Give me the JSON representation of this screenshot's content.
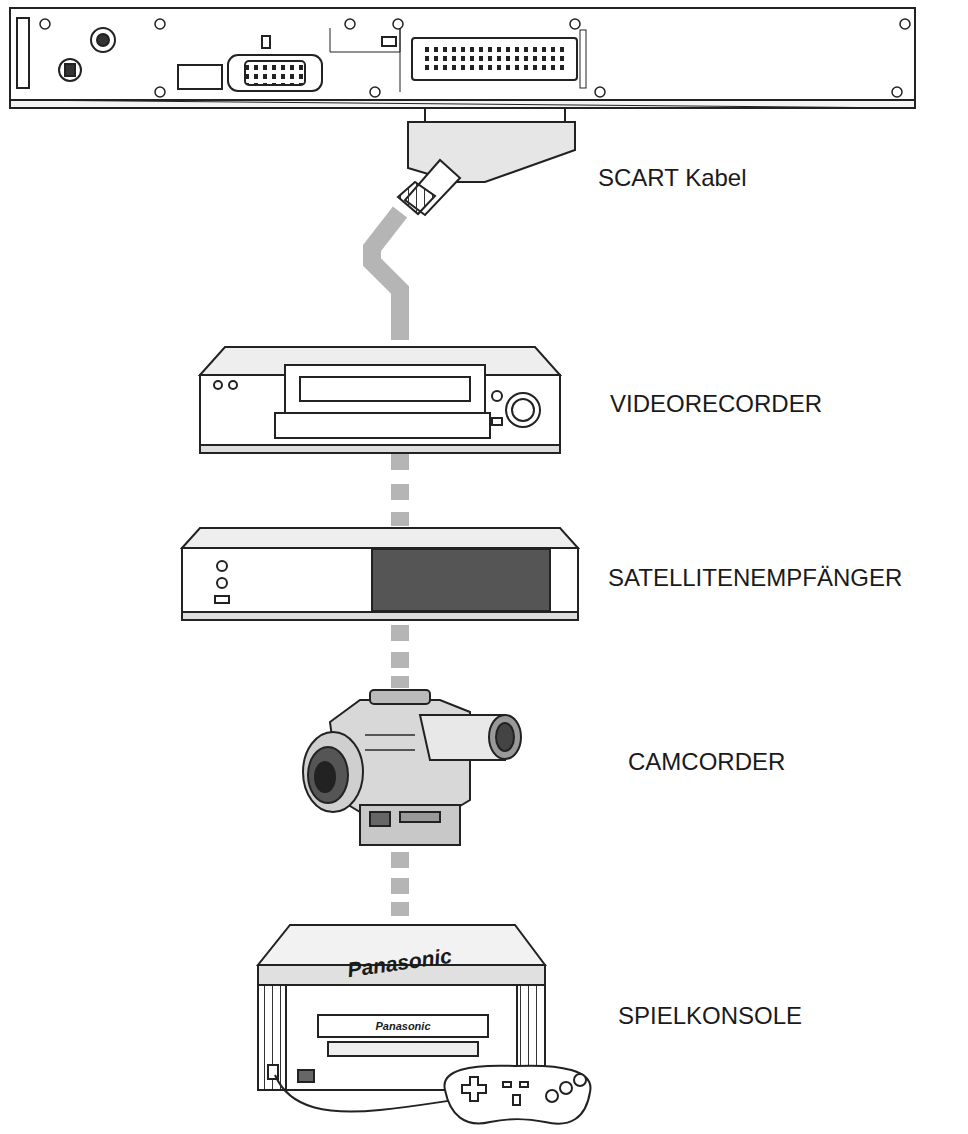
{
  "diagram": {
    "labels": [
      "SCART Kabel",
      "VIDEORECORDER",
      "SATELLITENEMPFÄNGER",
      "CAMCORDER",
      "SPIELKONSOLE",
      "Panasonic",
      "Panasonic"
    ]
  }
}
